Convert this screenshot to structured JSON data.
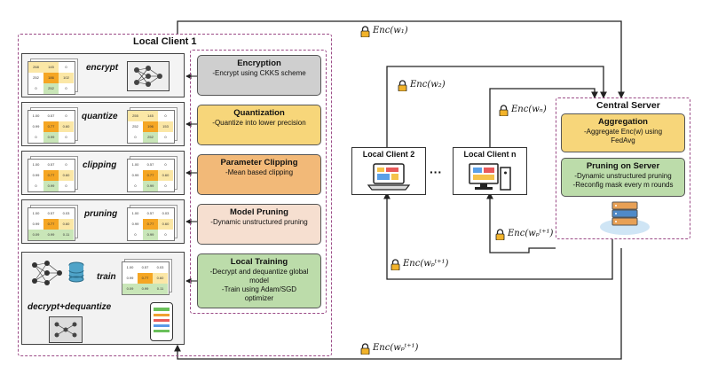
{
  "local_client_1": {
    "title": "Local Client 1",
    "ops": {
      "encrypt": "encrypt",
      "quantize": "quantize",
      "clipping": "clipping",
      "pruning": "pruning",
      "train": "train",
      "decrypt": "decrypt+dequantize"
    },
    "matrices": {
      "encrypt": [
        "268",
        "145",
        "0",
        "252",
        "186",
        "102",
        "0",
        "252",
        "0"
      ],
      "quantize_in": [
        "1.00",
        "0.57",
        "0",
        "0.99",
        "0.77",
        "0.60",
        "0",
        "0.99",
        "0"
      ],
      "quantize_out": [
        "255",
        "145",
        "0",
        "252",
        "196",
        "153",
        "0",
        "252",
        "0"
      ],
      "clip_in": [
        "1.00",
        "0.57",
        "0",
        "0.99",
        "0.77",
        "0.60",
        "0",
        "0.99",
        "0"
      ],
      "clip_out": [
        "1.00",
        "0.57",
        "0",
        "0.99",
        "0.77",
        "0.60",
        "0",
        "0.99",
        "0"
      ],
      "prune_in": [
        "1.00",
        "0.57",
        "0.03",
        "0.99",
        "0.77",
        "0.60",
        "0.09",
        "0.99",
        "0.11"
      ],
      "prune_out": [
        "1.00",
        "0.57",
        "0.03",
        "0.99",
        "0.77",
        "0.60",
        "0",
        "0.99",
        "0"
      ],
      "train": [
        "1.00",
        "0.57",
        "0.03",
        "0.99",
        "0.77",
        "0.60",
        "0.09",
        "0.99",
        "0.11"
      ]
    }
  },
  "cards": [
    {
      "title": "Encryption",
      "desc": [
        "-Encrypt using CKKS scheme"
      ],
      "bg": "#cfcfcf"
    },
    {
      "title": "Quantization",
      "desc": [
        "-Quantize into lower precision"
      ],
      "bg": "#f7d67a"
    },
    {
      "title": "Parameter Clipping",
      "desc": [
        "-Mean based clipping"
      ],
      "bg": "#f2b978"
    },
    {
      "title": "Model Pruning",
      "desc": [
        "-Dynamic unstructured pruning"
      ],
      "bg": "#f6dfd0"
    },
    {
      "title": "Local Training",
      "desc": [
        "-Decrypt and dequantize global",
        "model",
        "-Train using Adam/SGD",
        "optimizer"
      ],
      "bg": "#bcdcaa"
    }
  ],
  "clients": {
    "client2": "Local Client 2",
    "clientn": "Local Client n",
    "ellipsis": "···"
  },
  "server": {
    "title": "Central Server",
    "aggregation": {
      "title": "Aggregation",
      "desc": [
        "-Aggregate Enc(w) using",
        "FedAvg"
      ]
    },
    "pruning": {
      "title": "Pruning on Server",
      "desc": [
        "-Dynamic unstructured pruning",
        "-Reconfig mask every m rounds"
      ]
    }
  },
  "labels": {
    "enc_w1": "Enc(w₁)",
    "enc_w2": "Enc(w₂)",
    "enc_wn": "Enc(wₙ)",
    "enc_wp_a": "Enc(wₚᵗ⁺¹)",
    "enc_wp_b": "Enc(wₚᵗ⁺¹)",
    "enc_wp_c": "Enc(wₚᵗ⁺¹)"
  },
  "colors": {
    "border_accent": "#9b4a86",
    "matrix_orange": "#f5a623",
    "matrix_green": "#c9e6b8",
    "matrix_yellow": "#fbe7a6"
  }
}
